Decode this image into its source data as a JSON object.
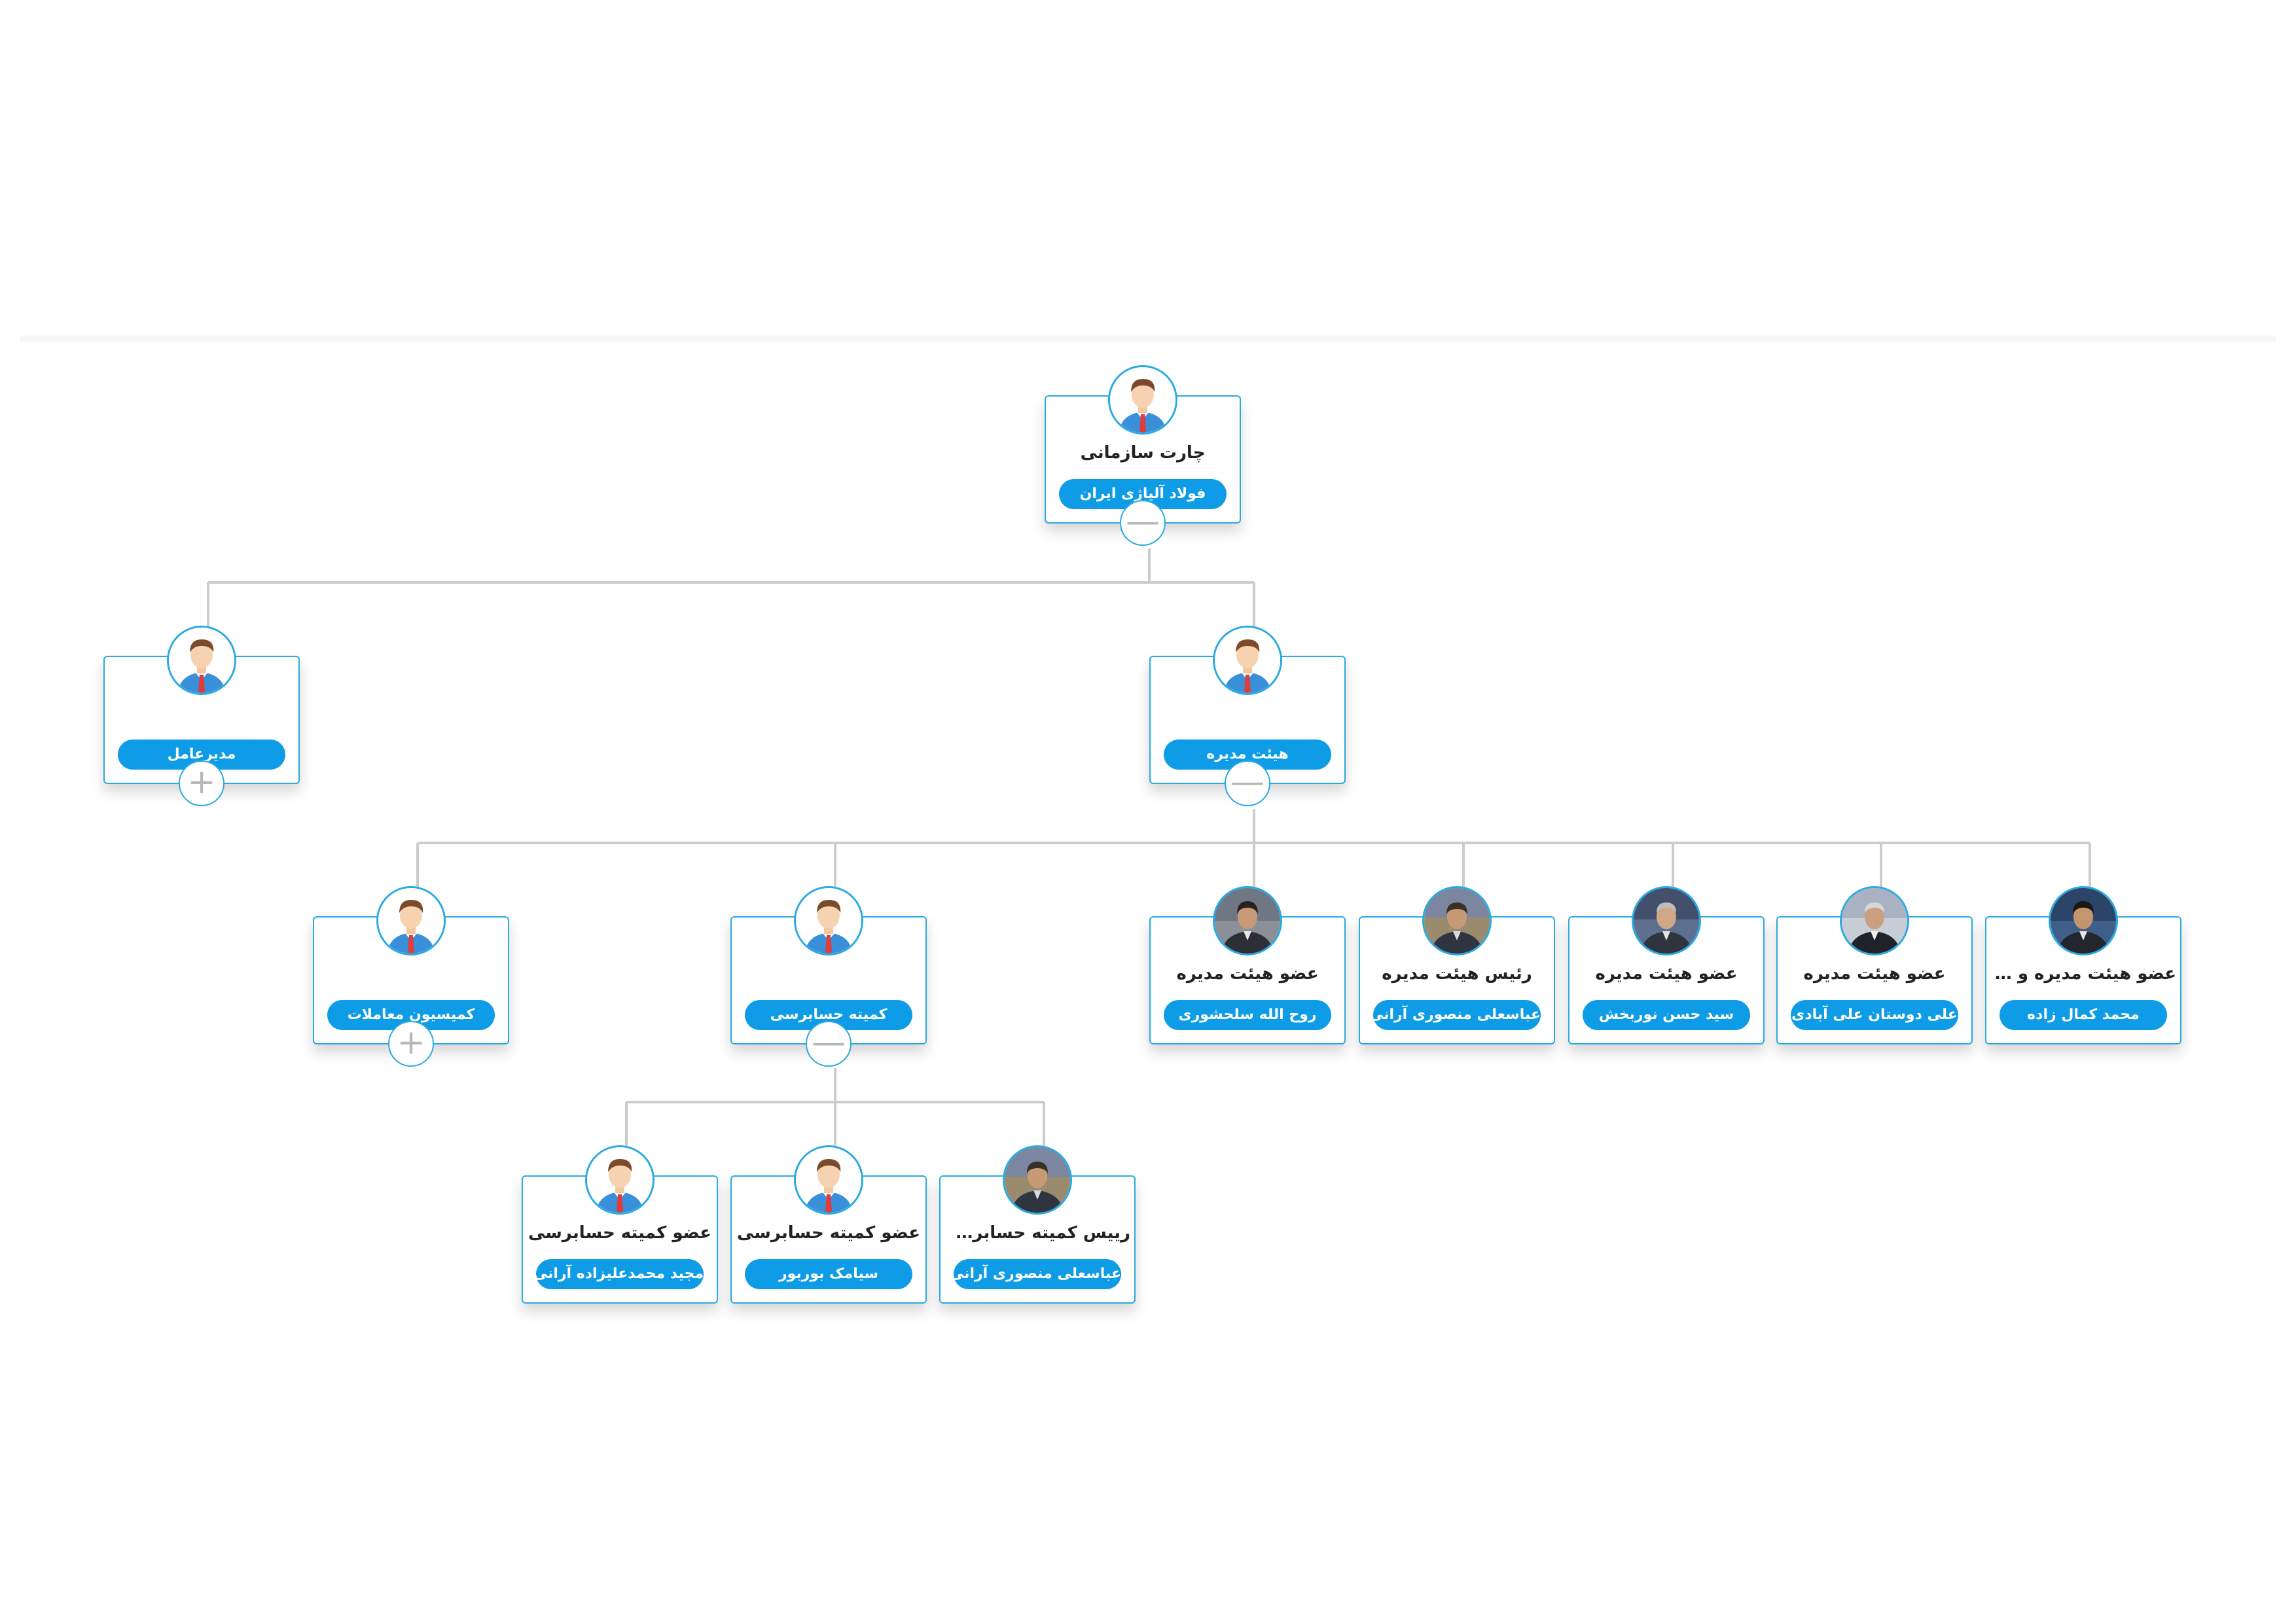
{
  "colors": {
    "accent": "#29aae1",
    "pill": "#0f9ce6",
    "connector": "#cccccc"
  },
  "nodes": [
    {
      "id": "root",
      "role": "چارت سازمانی",
      "name": "فولاد آلیاژی ایران",
      "avatar": "male-avatar-icon",
      "toggle": "—"
    },
    {
      "id": "ceo",
      "role": "",
      "name": "مدیرعامل",
      "avatar": "male-avatar-icon",
      "toggle": "+"
    },
    {
      "id": "board",
      "role": "",
      "name": "هیئت مدیره",
      "avatar": "male-avatar-icon",
      "toggle": "—"
    },
    {
      "id": "trade",
      "role": "",
      "name": "کمیسیون معاملات",
      "avatar": "male-avatar-icon",
      "toggle": "+"
    },
    {
      "id": "audit",
      "role": "",
      "name": "کمیته حسابرسی",
      "avatar": "male-avatar-icon",
      "toggle": "—"
    },
    {
      "id": "b1",
      "role": "عضو هیئت مدیره",
      "name": "روح الله سلحشوری",
      "avatar": "portrait-photo-icon",
      "toggle": ""
    },
    {
      "id": "b2",
      "role": "رئیس هیئت مدیره",
      "name": "عباسعلی منصوری آرانی",
      "avatar": "portrait-photo-icon",
      "toggle": ""
    },
    {
      "id": "b3",
      "role": "عضو هیئت مدیره",
      "name": "سید حسن نوربخش",
      "avatar": "portrait-photo-icon",
      "toggle": ""
    },
    {
      "id": "b4",
      "role": "عضو هیئت مدیره",
      "name": "علی دوستان علی آبادی",
      "avatar": "portrait-photo-icon",
      "toggle": ""
    },
    {
      "id": "b5",
      "role": "عضو هیئت مدیره و مدیرعامل",
      "name": "محمد کمال زاده",
      "avatar": "portrait-photo-icon",
      "toggle": ""
    },
    {
      "id": "a1",
      "role": "عضو کمیته حسابرسی",
      "name": "مجید محمدعلیزاده آرانی",
      "avatar": "male-avatar-icon",
      "toggle": ""
    },
    {
      "id": "a2",
      "role": "عضو کمیته حسابرسی",
      "name": "سیامک بوربور",
      "avatar": "male-avatar-icon",
      "toggle": ""
    },
    {
      "id": "a3",
      "role": "رییس کمیته حسابرسی",
      "name": "عباسعلی منصوری آرانی",
      "avatar": "portrait-photo-icon",
      "toggle": ""
    }
  ]
}
